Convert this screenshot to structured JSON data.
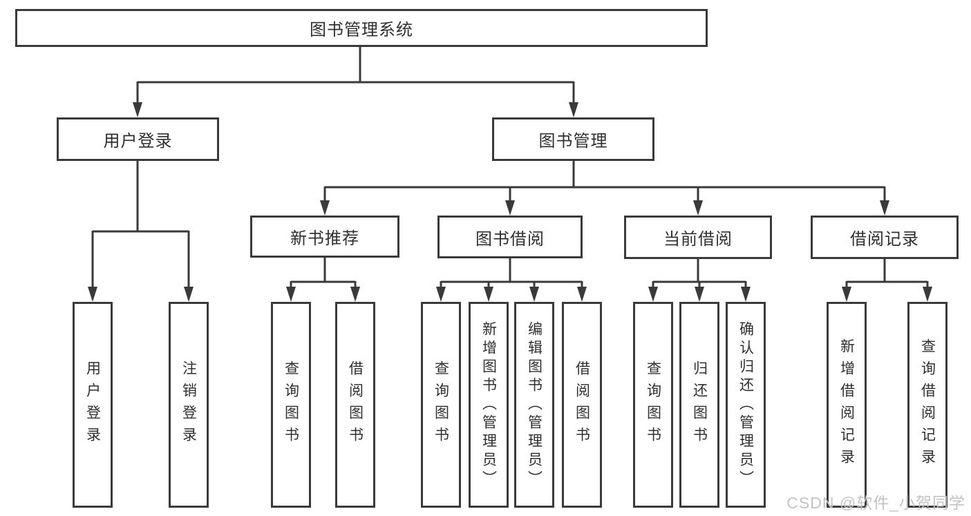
{
  "tree": {
    "root": "图书管理系统",
    "branches": [
      {
        "label": "用户登录",
        "children": [
          {
            "label": "用户登录"
          },
          {
            "label": "注销登录"
          }
        ]
      },
      {
        "label": "图书管理",
        "children": [
          {
            "label": "新书推荐",
            "children": [
              {
                "label": "查询图书"
              },
              {
                "label": "借阅图书"
              }
            ]
          },
          {
            "label": "图书借阅",
            "children": [
              {
                "label": "查询图书"
              },
              {
                "label": "新增图书（管理员）"
              },
              {
                "label": "编辑图书（管理员）"
              },
              {
                "label": "借阅图书"
              }
            ]
          },
          {
            "label": "当前借阅",
            "children": [
              {
                "label": "查询图书"
              },
              {
                "label": "归还图书"
              },
              {
                "label": "确认归还（管理员）"
              }
            ]
          },
          {
            "label": "借阅记录",
            "children": [
              {
                "label": "新增借阅记录"
              },
              {
                "label": "查询借阅记录"
              }
            ]
          }
        ]
      }
    ]
  },
  "watermark": "CSDN @软件_小贺同学",
  "colors": {
    "line": "#3a3a3a",
    "text": "#2f2f2f",
    "background": "#ffffff",
    "watermark": "#c3c3c3"
  }
}
